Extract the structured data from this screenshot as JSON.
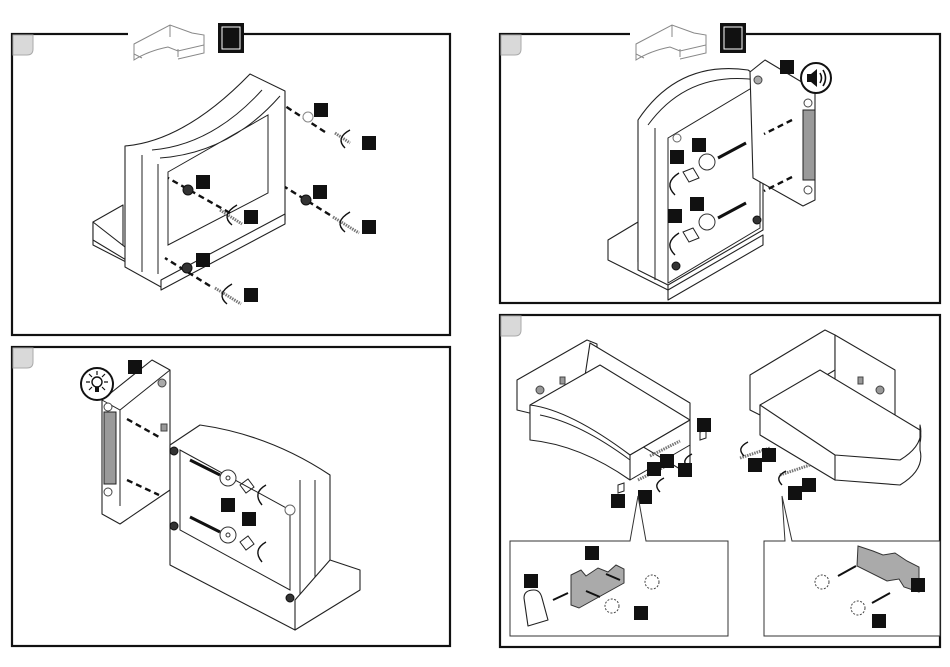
{
  "document": {
    "type": "assembly-instructions",
    "panels": [
      {
        "id": "step-1",
        "position": "top-left",
        "has_header_thumbnail": true,
        "has_step_badge": true,
        "part_markers": 8,
        "hint_icon": null
      },
      {
        "id": "step-2",
        "position": "bottom-left",
        "has_header_thumbnail": false,
        "has_step_badge": false,
        "part_markers": 3,
        "hint_icon": "lightbulb-icon"
      },
      {
        "id": "step-3",
        "position": "top-right",
        "has_header_thumbnail": true,
        "has_step_badge": true,
        "part_markers": 5,
        "hint_icon": "speaker-icon"
      },
      {
        "id": "step-4",
        "position": "bottom-right",
        "has_header_thumbnail": false,
        "has_step_badge": false,
        "part_markers": 15,
        "hint_icon": null,
        "detail_insets": 2
      }
    ],
    "icons": {
      "thumbnail": "sectional-sofa-icon",
      "step_badge": "step-number-badge",
      "hint_light": "lightbulb-icon",
      "hint_sound": "speaker-icon",
      "rotate": "rotate-arrow-icon"
    },
    "colors": {
      "line": "#222222",
      "marker": "#111111",
      "tab": "#d9d9d9",
      "fill_grey": "#9a9a9a"
    }
  }
}
